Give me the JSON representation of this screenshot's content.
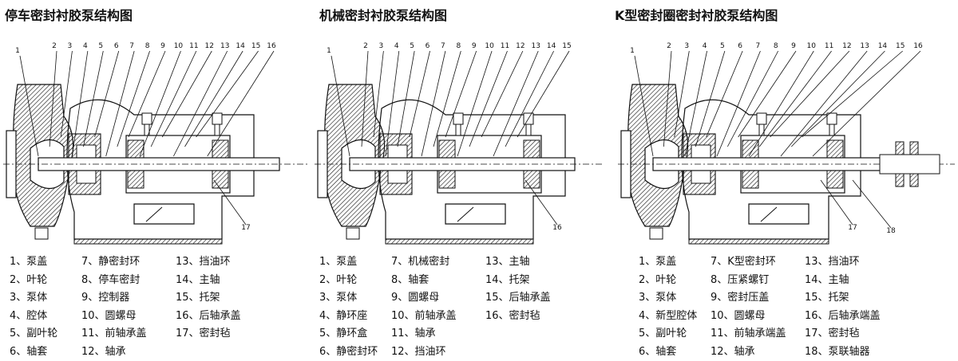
{
  "panels": [
    {
      "title": "停车密封衬胶泵结构图",
      "callouts": [
        "1",
        "2",
        "3",
        "4",
        "5",
        "6",
        "7",
        "8",
        "9",
        "10",
        "11",
        "12",
        "13",
        "14",
        "15",
        "16",
        "17"
      ],
      "legend": [
        [
          "1、泵盖",
          "2、叶轮",
          "3、泵体",
          "4、腔体",
          "5、副叶轮",
          "6、轴套"
        ],
        [
          "7、静密封环",
          "8、停车密封",
          "9、控制器",
          "10、圆螺母",
          "11、前轴承盖",
          "12、轴承"
        ],
        [
          "13、挡油环",
          "14、主轴",
          "15、托架",
          "16、后轴承盖",
          "17、密封毡"
        ]
      ]
    },
    {
      "title": "机械密封衬胶泵结构图",
      "callouts": [
        "1",
        "2",
        "3",
        "4",
        "5",
        "6",
        "7",
        "8",
        "9",
        "10",
        "11",
        "12",
        "13",
        "14",
        "15",
        "16"
      ],
      "legend": [
        [
          "1、泵盖",
          "2、叶轮",
          "3、泵体",
          "4、静环座",
          "5、静环盒",
          "6、静密封环"
        ],
        [
          "7、机械密封",
          "8、轴套",
          "9、圆螺母",
          "10、前轴承盖",
          "11、轴承",
          "12、挡油环"
        ],
        [
          "13、主轴",
          "14、托架",
          "15、后轴承盖",
          "16、密封毡"
        ]
      ]
    },
    {
      "title": "K型密封圈密封衬胶泵结构图",
      "callouts": [
        "1",
        "2",
        "3",
        "4",
        "5",
        "6",
        "7",
        "8",
        "9",
        "10",
        "11",
        "12",
        "13",
        "14",
        "15",
        "16",
        "17",
        "18"
      ],
      "legend": [
        [
          "1、泵盖",
          "2、叶轮",
          "3、泵体",
          "4、新型腔体",
          "5、副叶轮",
          "6、轴套"
        ],
        [
          "7、K型密封环",
          "8、压紧螺钉",
          "9、密封压盖",
          "10、圆螺母",
          "11、前轴承端盖",
          "12、轴承"
        ],
        [
          "13、挡油环",
          "14、主轴",
          "15、托架",
          "16、后轴承端盖",
          "17、密封毡",
          "18、泵联轴器"
        ]
      ]
    }
  ]
}
